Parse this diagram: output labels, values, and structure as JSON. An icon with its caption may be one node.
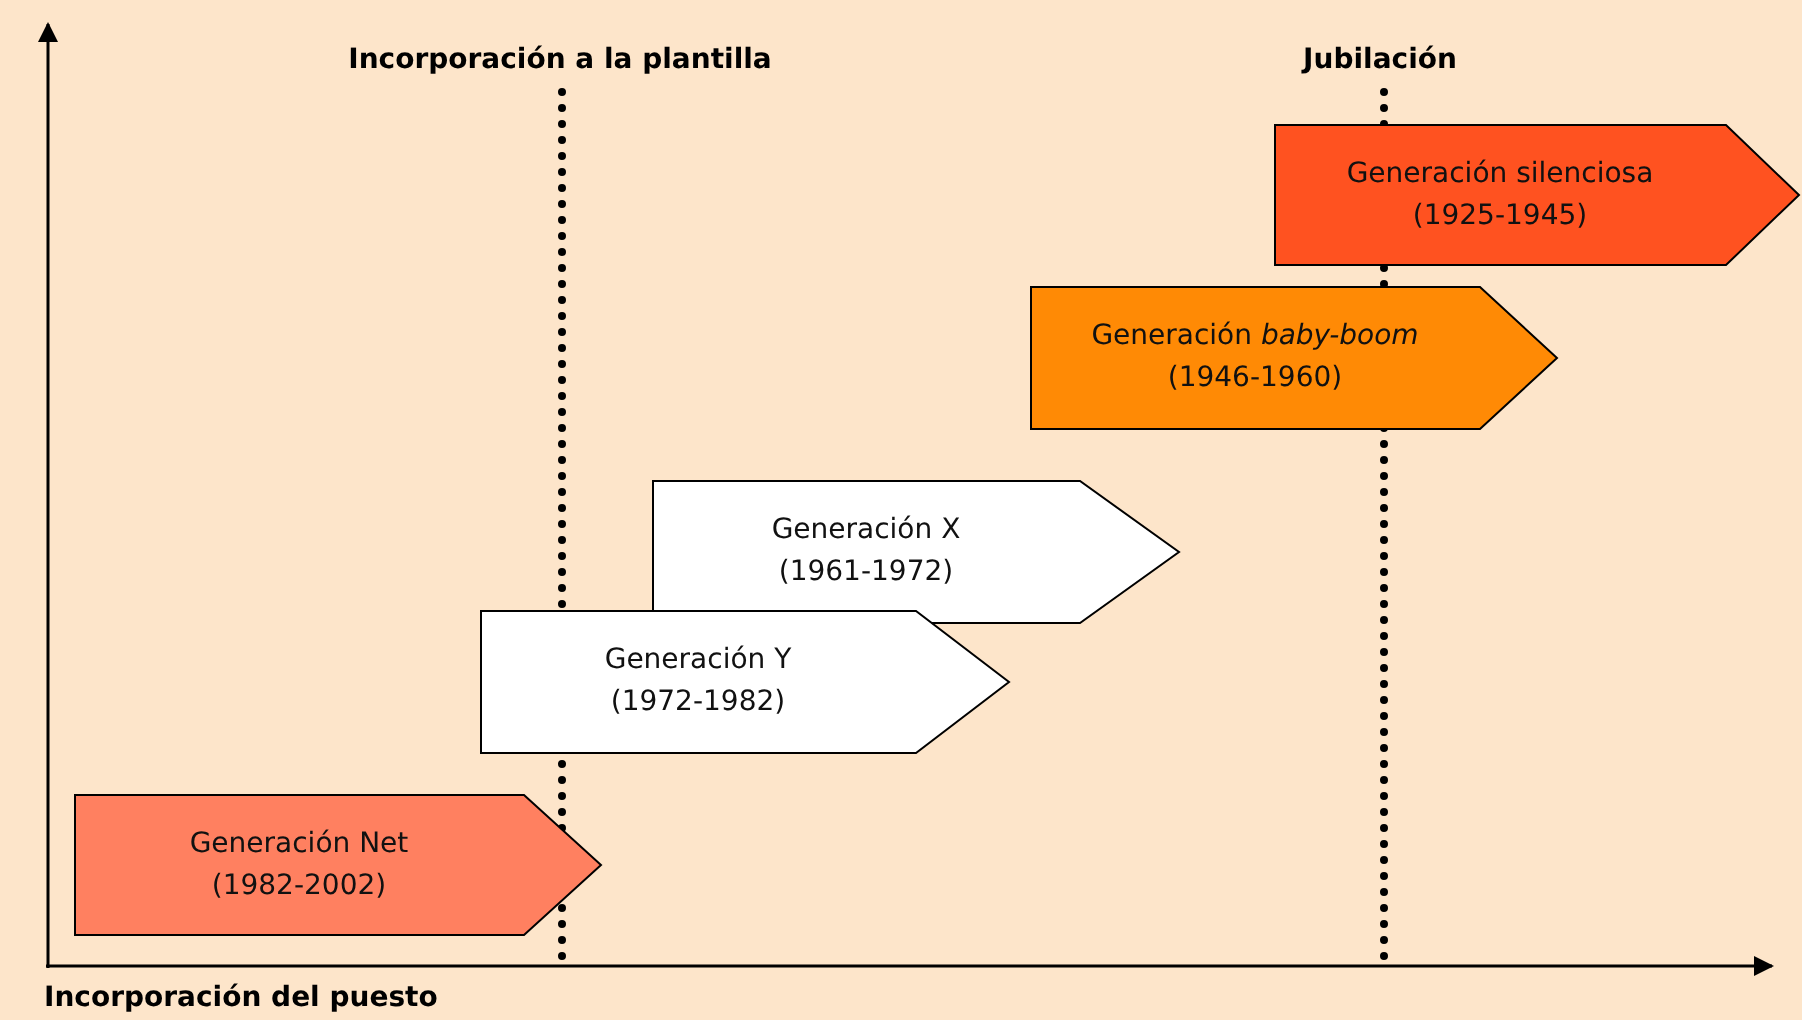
{
  "diagram": {
    "nodes": [
      {
        "text": [
          "Generación silenciosa (1925-1945)"
        ]
      },
      {
        "text": [
          "Generación *baby-boom* (1946-1960)"
        ]
      },
      {
        "text": [
          "Generación X (1961-1972)"
        ]
      },
      {
        "text": [
          "Generación Y (1972-1982)"
        ]
      },
      {
        "text": [
          "Generación Net (1982-2002)"
        ]
      }
    ],
    "edges": [],
    "labels": [
      "Incorporación a la plantilla",
      "Jubilación",
      "Incorporación del puesto"
    ]
  }
}
